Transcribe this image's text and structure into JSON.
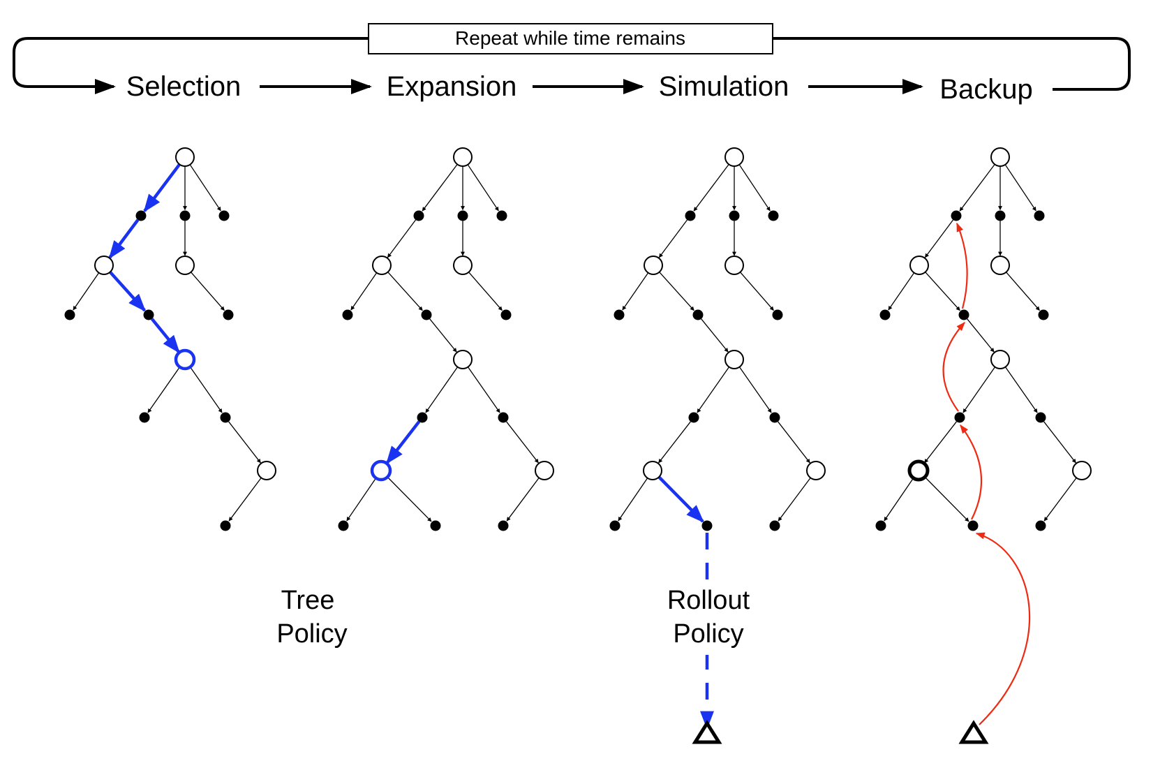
{
  "loop": {
    "label": "Repeat while time remains"
  },
  "steps": [
    "Selection",
    "Expansion",
    "Simulation",
    "Backup"
  ],
  "policies": {
    "tree": [
      "Tree",
      "Policy"
    ],
    "rollout": [
      "Rollout",
      "Policy"
    ]
  },
  "colors": {
    "ink": "#000000",
    "highlight": "#1a33f0",
    "backup": "#ef2a12",
    "background": "#ffffff"
  },
  "tree": {
    "nodes": [
      {
        "id": "root",
        "kind": "state"
      },
      {
        "id": "a1",
        "kind": "action"
      },
      {
        "id": "a2",
        "kind": "action"
      },
      {
        "id": "a3",
        "kind": "action"
      },
      {
        "id": "s1",
        "kind": "state"
      },
      {
        "id": "s2",
        "kind": "state"
      },
      {
        "id": "b1",
        "kind": "action"
      },
      {
        "id": "b2",
        "kind": "action"
      },
      {
        "id": "b3",
        "kind": "action"
      },
      {
        "id": "s3",
        "kind": "state"
      },
      {
        "id": "c1",
        "kind": "action"
      },
      {
        "id": "c2",
        "kind": "action"
      },
      {
        "id": "s4",
        "kind": "state"
      },
      {
        "id": "d1",
        "kind": "action"
      }
    ],
    "edges": [
      [
        "root",
        "a1"
      ],
      [
        "root",
        "a2"
      ],
      [
        "root",
        "a3"
      ],
      [
        "a1",
        "s1"
      ],
      [
        "a2",
        "s2"
      ],
      [
        "s1",
        "b1"
      ],
      [
        "s1",
        "b2"
      ],
      [
        "s2",
        "b3"
      ],
      [
        "b2",
        "s3"
      ],
      [
        "s3",
        "c1"
      ],
      [
        "s3",
        "c2"
      ],
      [
        "c2",
        "s4"
      ],
      [
        "s4",
        "d1"
      ]
    ],
    "expanded": {
      "nodes": [
        {
          "id": "s5",
          "kind": "state"
        },
        {
          "id": "e1",
          "kind": "action"
        },
        {
          "id": "e2",
          "kind": "action"
        }
      ],
      "edges": [
        [
          "c1",
          "s5"
        ],
        [
          "s5",
          "e1"
        ],
        [
          "s5",
          "e2"
        ]
      ]
    }
  }
}
